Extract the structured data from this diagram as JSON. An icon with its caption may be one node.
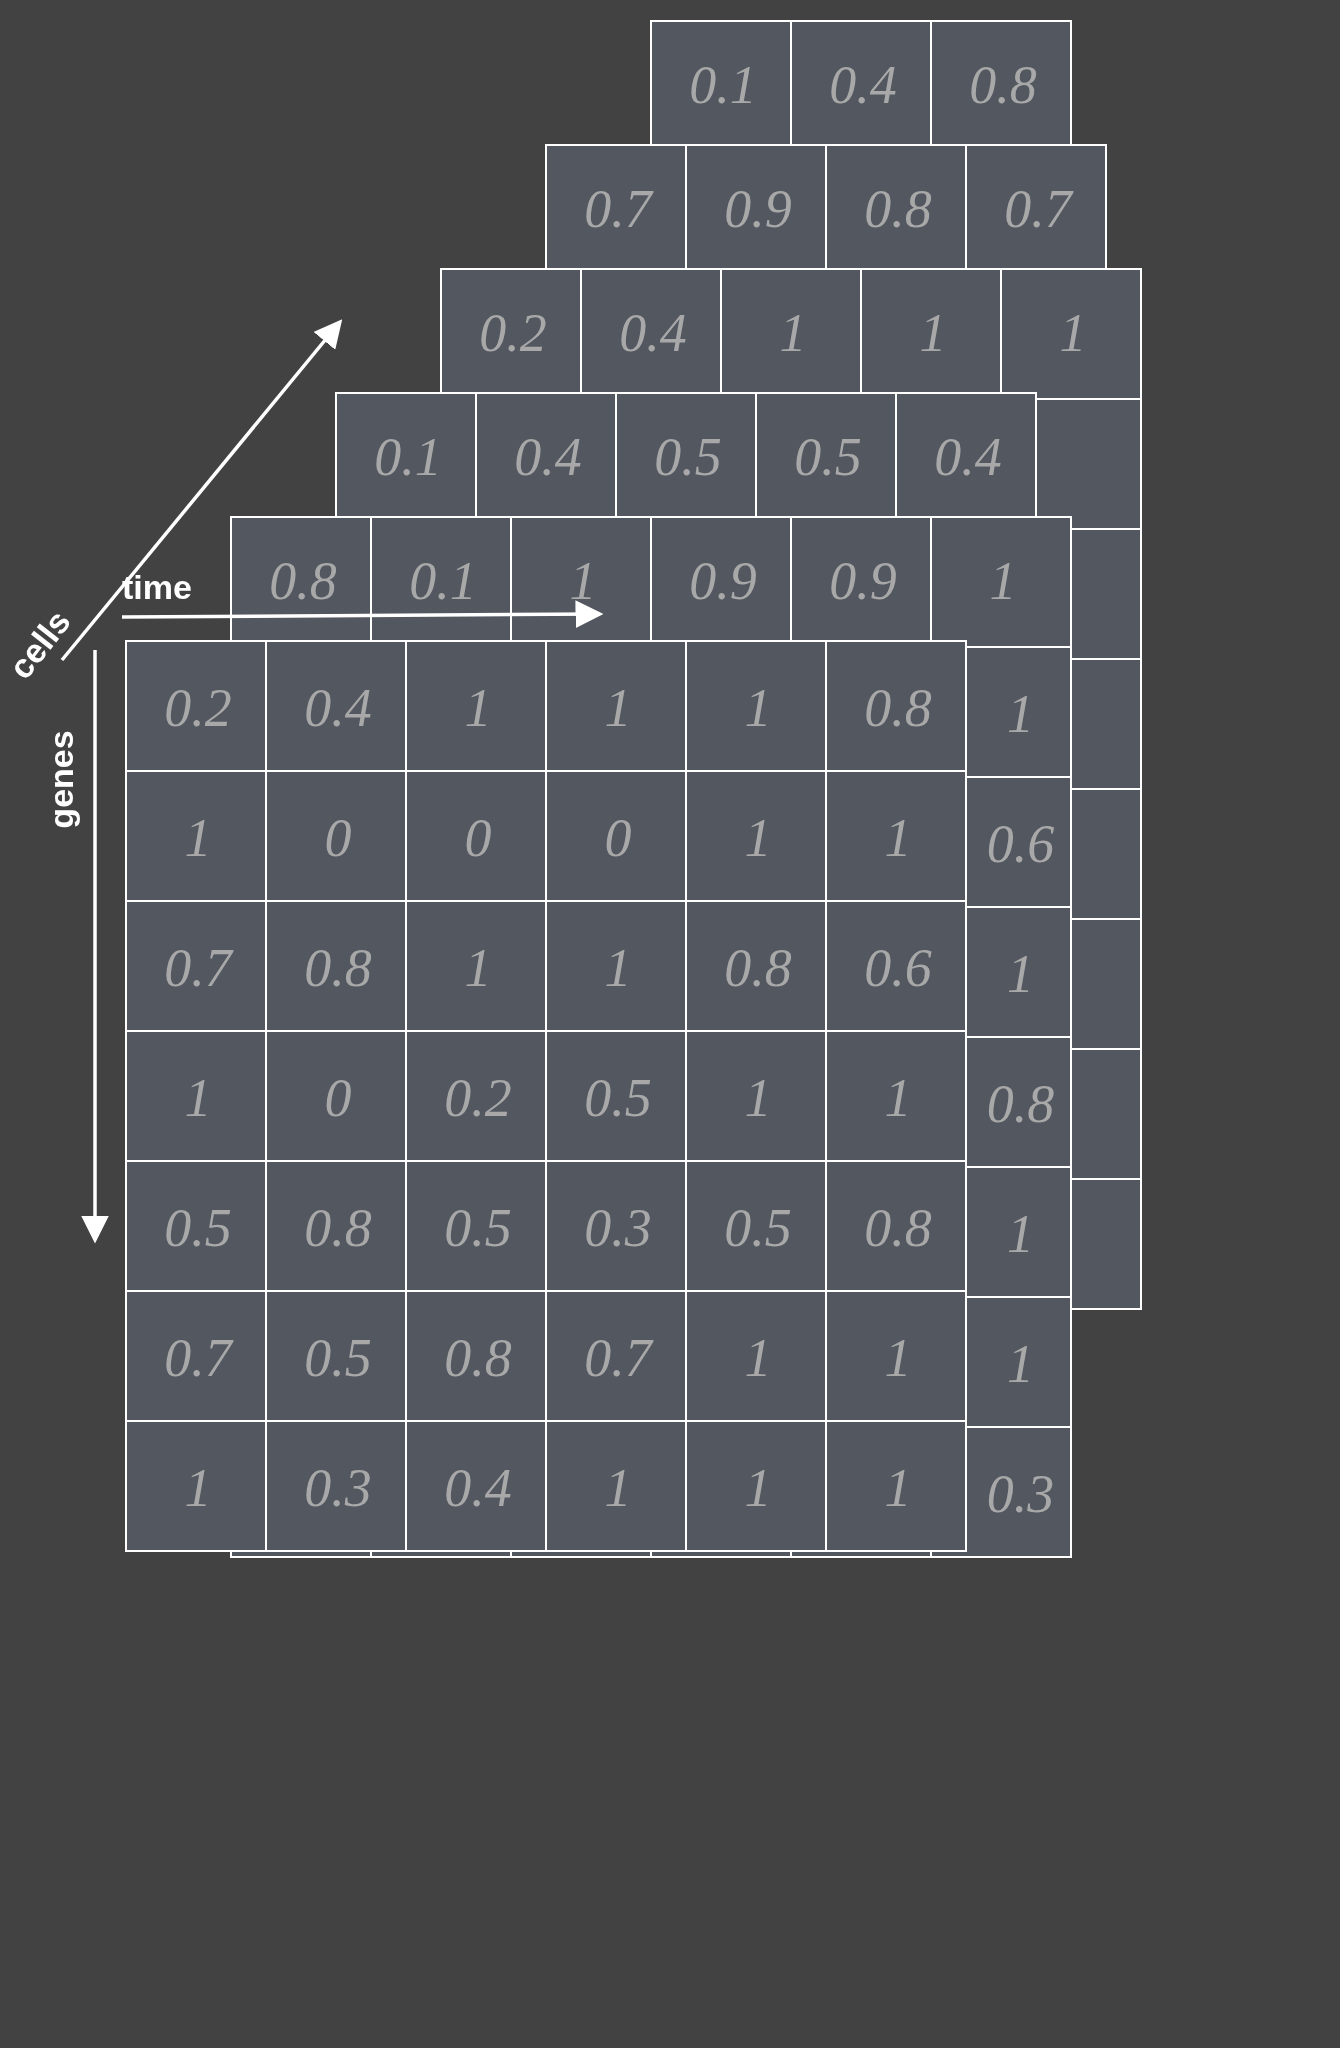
{
  "diagram": {
    "labels": [
      "cells",
      "0.1",
      "0.4",
      "0.8",
      "0.7",
      "0.9",
      "0.8",
      "0.7",
      "0.2",
      "0.4",
      "1",
      "1",
      "1",
      "0.1",
      "0.4",
      "0.5",
      "0.5",
      "0.4",
      "time",
      "0.8",
      "0.1",
      "1",
      "0.9",
      "0.9",
      "1",
      "genes",
      "0.2",
      "0.4",
      "1",
      "1",
      "1",
      "0.8",
      "1",
      "1",
      "0",
      "0",
      "0",
      "1",
      "1",
      "0.6",
      "0.7",
      "0.8",
      "1",
      "1",
      "0.8",
      "0.6",
      "1",
      "1",
      "0",
      "0.2",
      "0.5",
      "1",
      "1",
      "0.8",
      "0.5",
      "0.8",
      "0.5",
      "0.3",
      "0.5",
      "0.8",
      "1",
      "0.7",
      "0.5",
      "0.8",
      "0.7",
      "1",
      "1",
      "1",
      "1",
      "0.3",
      "0.4",
      "1",
      "1",
      "1",
      "0.3"
    ]
  }
}
